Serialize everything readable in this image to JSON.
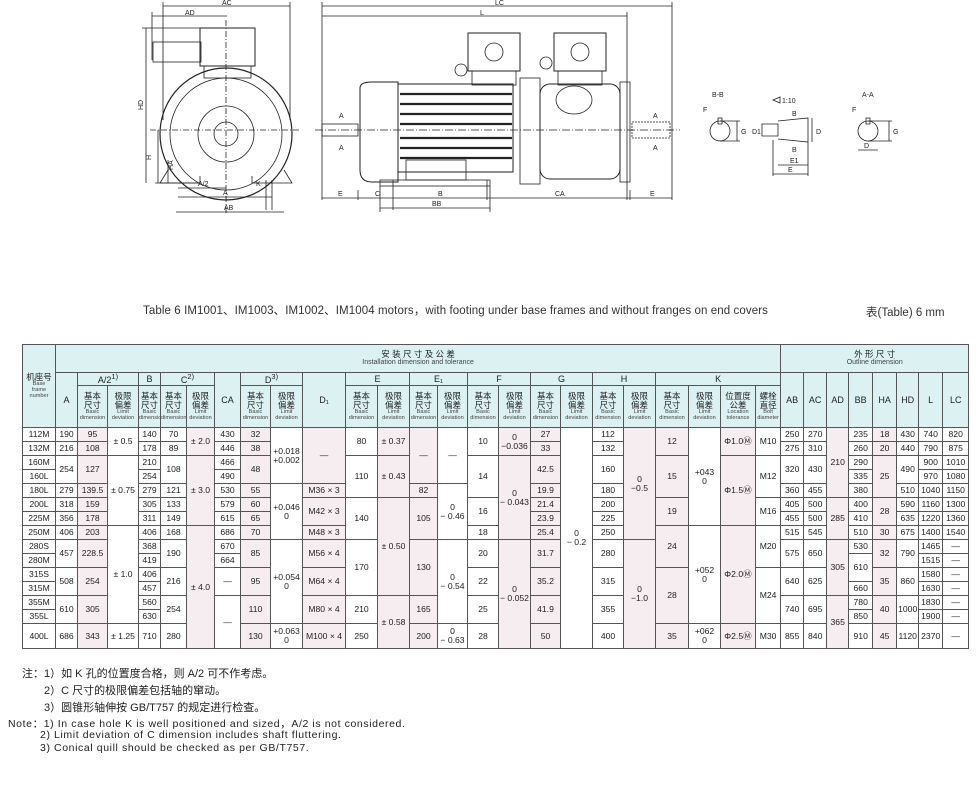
{
  "drawings": {
    "front": {
      "AC": "AC",
      "AD": "AD",
      "HD": "HD",
      "H": "H",
      "HA": "HA",
      "A2": "A/2",
      "A": "A",
      "AB": "AB",
      "K": "K"
    },
    "side": {
      "LC": "LC",
      "L": "L",
      "E": "E",
      "C": "C",
      "B": "B",
      "CA": "CA",
      "BB": "BB",
      "A": "A"
    },
    "details": {
      "BB_section": "B-B",
      "AA_section": "A-A",
      "taper": "1:10",
      "F": "F",
      "G": "G",
      "D1": "D1",
      "D": "D",
      "E1": "E1",
      "E": "E",
      "Bmark": "B"
    }
  },
  "caption": "Table 6 IM1001、IM1003、IM1002、IM1004 motors，with footing under base frames and without franges on end covers",
  "caption_right": "表(Table) 6 mm",
  "header": {
    "frame_zh": "机座号",
    "frame_en": "Base\nframe\nnumber",
    "install_zh": "安 装 尺 寸 及 公 差",
    "install_en": "Installation dimension and tolerance",
    "outline_zh": "外 形 尺 寸",
    "outline_en": "Outline dimension",
    "basic_zh": "基本\n尺寸",
    "basic_en": "Basic\ndimension",
    "limit_zh": "极限\n偏差",
    "limit_en": "Limit\ndeviation",
    "loc_zh": "位置度\n公差",
    "loc_en": "Location\ntolerance",
    "bolt_zh": "螺栓\n直径",
    "bolt_en": "Bolt\ndiameter",
    "A": "A",
    "A2": "A/2",
    "A2_sup": "1)",
    "B": "B",
    "C": "C",
    "C_sup": "2)",
    "CA": "CA",
    "D": "D",
    "D_sup": "3)",
    "D1": "D₁",
    "E": "E",
    "E1": "E₁",
    "F": "F",
    "G": "G",
    "H": "H",
    "K": "K",
    "AB": "AB",
    "AC": "AC",
    "AD": "AD",
    "BB": "BB",
    "HA": "HA",
    "HD": "HD",
    "L": "L",
    "LC": "LC"
  },
  "columns": [
    {
      "key": "frame",
      "cells": [
        [
          "112M",
          1
        ],
        [
          "132M",
          1
        ],
        [
          "160M",
          1
        ],
        [
          "160L",
          1
        ],
        [
          "180L",
          1
        ],
        [
          "200L",
          1
        ],
        [
          "225M",
          1
        ],
        [
          "250M",
          1
        ],
        [
          "280S",
          1
        ],
        [
          "280M",
          1
        ],
        [
          "315S",
          1
        ],
        [
          "315M",
          1
        ],
        [
          "355M",
          1
        ],
        [
          "355L",
          1
        ],
        [
          "400L",
          1
        ]
      ]
    },
    {
      "key": "A",
      "cells": [
        [
          "190",
          1
        ],
        [
          "216",
          1
        ],
        [
          "254",
          2
        ],
        [
          "279",
          1
        ],
        [
          "318",
          1
        ],
        [
          "356",
          1
        ],
        [
          "406",
          1
        ],
        [
          "457",
          2
        ],
        [
          "508",
          2
        ],
        [
          "610",
          2
        ],
        [
          "686",
          1
        ]
      ]
    },
    {
      "key": "A2_basic",
      "cells": [
        [
          "95",
          1
        ],
        [
          "108",
          1
        ],
        [
          "127",
          2
        ],
        [
          "139.5",
          1
        ],
        [
          "159",
          1
        ],
        [
          "178",
          1
        ],
        [
          "203",
          1
        ],
        [
          "228.5",
          2
        ],
        [
          "254",
          2
        ],
        [
          "305",
          2
        ],
        [
          "343",
          1
        ]
      ]
    },
    {
      "key": "A2_dev",
      "cells": [
        [
          "± 0.5",
          2
        ],
        [
          "± 0.75",
          5
        ],
        [
          "± 1.0",
          7
        ],
        [
          "± 1.25",
          1
        ]
      ]
    },
    {
      "key": "B",
      "cells": [
        [
          "140",
          1
        ],
        [
          "178",
          1
        ],
        [
          "210",
          1
        ],
        [
          "254",
          1
        ],
        [
          "279",
          1
        ],
        [
          "305",
          1
        ],
        [
          "311",
          1
        ],
        [
          "406",
          1
        ],
        [
          "368",
          1
        ],
        [
          "419",
          1
        ],
        [
          "406",
          1
        ],
        [
          "457",
          1
        ],
        [
          "560",
          1
        ],
        [
          "630",
          1
        ],
        [
          "710",
          1
        ]
      ]
    },
    {
      "key": "C_basic",
      "cells": [
        [
          "70",
          1
        ],
        [
          "89",
          1
        ],
        [
          "108",
          2
        ],
        [
          "121",
          1
        ],
        [
          "133",
          1
        ],
        [
          "149",
          1
        ],
        [
          "168",
          1
        ],
        [
          "190",
          2
        ],
        [
          "216",
          2
        ],
        [
          "254",
          2
        ],
        [
          "280",
          1
        ]
      ]
    },
    {
      "key": "C_dev",
      "cells": [
        [
          "± 2.0",
          2
        ],
        [
          "± 3.0",
          5
        ],
        [
          "± 4.0",
          8
        ]
      ]
    },
    {
      "key": "CA",
      "cells": [
        [
          "430",
          1
        ],
        [
          "446",
          1
        ],
        [
          "466",
          1
        ],
        [
          "490",
          1
        ],
        [
          "530",
          1
        ],
        [
          "579",
          1
        ],
        [
          "615",
          1
        ],
        [
          "686",
          1
        ],
        [
          "670",
          1
        ],
        [
          "664",
          1
        ],
        [
          "—",
          2
        ],
        [
          "—",
          3
        ]
      ]
    },
    {
      "key": "D_basic",
      "cells": [
        [
          "32",
          1
        ],
        [
          "38",
          1
        ],
        [
          "48",
          2
        ],
        [
          "55",
          1
        ],
        [
          "60",
          1
        ],
        [
          "65",
          1
        ],
        [
          "70",
          1
        ],
        [
          "85",
          2
        ],
        [
          "95",
          2
        ],
        [
          "110",
          2
        ],
        [
          "130",
          1
        ]
      ]
    },
    {
      "key": "D_dev",
      "cells": [
        [
          "+0.018\n+0.002",
          4
        ],
        [
          "+0.046\n0",
          4
        ],
        [
          "+0.054\n0",
          6
        ],
        [
          "+0.063\n0",
          1
        ]
      ]
    },
    {
      "key": "D1",
      "cells": [
        [
          "—",
          4
        ],
        [
          "M36 × 3",
          1
        ],
        [
          "M42 × 3",
          2
        ],
        [
          "M48 × 3",
          1
        ],
        [
          "M56 × 4",
          2
        ],
        [
          "M64 × 4",
          2
        ],
        [
          "M80 × 4",
          2
        ],
        [
          "M100 × 4",
          1
        ]
      ]
    },
    {
      "key": "E_basic",
      "cells": [
        [
          "80",
          2
        ],
        [
          "110",
          3
        ],
        [
          "140",
          3
        ],
        [
          "170",
          4
        ],
        [
          "210",
          2
        ],
        [
          "250",
          1
        ]
      ]
    },
    {
      "key": "E_dev",
      "cells": [
        [
          "± 0.37",
          2
        ],
        [
          "± 0.43",
          3
        ],
        [
          "± 0.50",
          7
        ],
        [
          "± 0.58",
          3
        ]
      ]
    },
    {
      "key": "E1_basic",
      "cells": [
        [
          "—",
          4
        ],
        [
          "82",
          1
        ],
        [
          "105",
          3
        ],
        [
          "130",
          4
        ],
        [
          "165",
          2
        ],
        [
          "200",
          1
        ]
      ]
    },
    {
      "key": "E1_dev",
      "cells": [
        [
          "—",
          4
        ],
        [
          "0\n− 0.46",
          4
        ],
        [
          "0\n− 0.54",
          6
        ],
        [
          "0\n− 0.63",
          1
        ]
      ]
    },
    {
      "key": "F_basic",
      "cells": [
        [
          "10",
          2
        ],
        [
          "14",
          3
        ],
        [
          "16",
          2
        ],
        [
          "18",
          1
        ],
        [
          "20",
          2
        ],
        [
          "22",
          2
        ],
        [
          "25",
          2
        ],
        [
          "28",
          1
        ]
      ]
    },
    {
      "key": "F_dev",
      "cells": [
        [
          "0\n−0.036",
          2
        ],
        [
          "0\n− 0.043",
          6
        ],
        [
          "0\n− 0.052",
          7
        ]
      ]
    },
    {
      "key": "G_basic",
      "cells": [
        [
          "27",
          1
        ],
        [
          "33",
          1
        ],
        [
          "42.5",
          2
        ],
        [
          "19.9",
          1
        ],
        [
          "21.4",
          1
        ],
        [
          "23.9",
          1
        ],
        [
          "25.4",
          1
        ],
        [
          "31.7",
          2
        ],
        [
          "35.2",
          2
        ],
        [
          "41.9",
          2
        ],
        [
          "50",
          1
        ]
      ]
    },
    {
      "key": "G_dev",
      "cells": [
        [
          "0\n− 0.2",
          15
        ]
      ]
    },
    {
      "key": "H_basic",
      "cells": [
        [
          "112",
          1
        ],
        [
          "132",
          1
        ],
        [
          "160",
          2
        ],
        [
          "180",
          1
        ],
        [
          "200",
          1
        ],
        [
          "225",
          1
        ],
        [
          "250",
          1
        ],
        [
          "280",
          2
        ],
        [
          "315",
          2
        ],
        [
          "355",
          2
        ],
        [
          "400",
          1
        ]
      ]
    },
    {
      "key": "H_dev",
      "cells": [
        [
          "0\n−0.5",
          8
        ],
        [
          "0\n−1.0",
          7
        ]
      ]
    },
    {
      "key": "K_basic",
      "cells": [
        [
          "12",
          2
        ],
        [
          "15",
          3
        ],
        [
          "19",
          2
        ],
        [
          "24",
          3
        ],
        [
          "28",
          4
        ],
        [
          "35",
          1
        ]
      ]
    },
    {
      "key": "K_dev",
      "cells": [
        [
          "+043\n0",
          7
        ],
        [
          "+052\n0",
          7
        ],
        [
          "+062\n0",
          1
        ]
      ]
    },
    {
      "key": "K_loc",
      "cells": [
        [
          "Φ1.0Ⓜ",
          2
        ],
        [
          "Φ1.5Ⓜ",
          5
        ],
        [
          "Φ2.0Ⓜ",
          7
        ],
        [
          "Φ2.5Ⓜ",
          1
        ]
      ]
    },
    {
      "key": "K_bolt",
      "cells": [
        [
          "M10",
          2
        ],
        [
          "M12",
          3
        ],
        [
          "M16",
          2
        ],
        [
          "M20",
          3
        ],
        [
          "M24",
          4
        ],
        [
          "M30",
          1
        ]
      ]
    },
    {
      "key": "AB",
      "cells": [
        [
          "250",
          1
        ],
        [
          "275",
          1
        ],
        [
          "320",
          2
        ],
        [
          "360",
          1
        ],
        [
          "405",
          1
        ],
        [
          "455",
          1
        ],
        [
          "515",
          1
        ],
        [
          "575",
          2
        ],
        [
          "640",
          2
        ],
        [
          "740",
          2
        ],
        [
          "855",
          1
        ]
      ]
    },
    {
      "key": "AC",
      "cells": [
        [
          "270",
          1
        ],
        [
          "310",
          1
        ],
        [
          "430",
          2
        ],
        [
          "455",
          1
        ],
        [
          "500",
          1
        ],
        [
          "500",
          1
        ],
        [
          "545",
          1
        ],
        [
          "650",
          2
        ],
        [
          "625",
          2
        ],
        [
          "695",
          2
        ],
        [
          "840",
          1
        ]
      ]
    },
    {
      "key": "AD",
      "cells": [
        [
          "210",
          5
        ],
        [
          "285",
          3
        ],
        [
          "305",
          4
        ],
        [
          "365",
          3
        ]
      ]
    },
    {
      "key": "BB",
      "cells": [
        [
          "235",
          1
        ],
        [
          "260",
          1
        ],
        [
          "290",
          1
        ],
        [
          "335",
          1
        ],
        [
          "380",
          1
        ],
        [
          "400",
          1
        ],
        [
          "410",
          1
        ],
        [
          "510",
          1
        ],
        [
          "530",
          1
        ],
        [
          "610",
          2
        ],
        [
          "660",
          1
        ],
        [
          "780",
          1
        ],
        [
          "850",
          1
        ],
        [
          "910",
          1
        ]
      ]
    },
    {
      "key": "HA",
      "cells": [
        [
          "18",
          1
        ],
        [
          "20",
          1
        ],
        [
          "25",
          3
        ],
        [
          "28",
          2
        ],
        [
          "30",
          1
        ],
        [
          "32",
          2
        ],
        [
          "35",
          2
        ],
        [
          "40",
          2
        ],
        [
          "45",
          1
        ]
      ]
    },
    {
      "key": "HD",
      "cells": [
        [
          "430",
          1
        ],
        [
          "440",
          1
        ],
        [
          "490",
          2
        ],
        [
          "510",
          1
        ],
        [
          "590",
          1
        ],
        [
          "635",
          1
        ],
        [
          "675",
          1
        ],
        [
          "790",
          2
        ],
        [
          "860",
          2
        ],
        [
          "1000",
          2
        ],
        [
          "1120",
          1
        ]
      ]
    },
    {
      "key": "L",
      "cells": [
        [
          "740",
          1
        ],
        [
          "790",
          1
        ],
        [
          "900",
          1
        ],
        [
          "970",
          1
        ],
        [
          "1040",
          1
        ],
        [
          "1160",
          1
        ],
        [
          "1220",
          1
        ],
        [
          "1400",
          1
        ],
        [
          "1465",
          1
        ],
        [
          "1515",
          1
        ],
        [
          "1580",
          1
        ],
        [
          "1630",
          1
        ],
        [
          "1830",
          1
        ],
        [
          "1900",
          1
        ],
        [
          "2370",
          1
        ]
      ]
    },
    {
      "key": "LC",
      "cells": [
        [
          "820",
          1
        ],
        [
          "875",
          1
        ],
        [
          "1010",
          1
        ],
        [
          "1080",
          1
        ],
        [
          "1150",
          1
        ],
        [
          "1300",
          1
        ],
        [
          "1360",
          1
        ],
        [
          "1540",
          1
        ],
        [
          "—",
          1
        ],
        [
          "—",
          1
        ],
        [
          "—",
          1
        ],
        [
          "—",
          1
        ],
        [
          "—",
          1
        ],
        [
          "—",
          1
        ],
        [
          "—",
          1
        ]
      ]
    }
  ],
  "notes_zh": {
    "label": "注：",
    "items": [
      "1）如 K 孔的位置度合格，则 A/2 可不作考虑。",
      "2）C 尺寸的极限偏差包括轴的窜动。",
      "3）圆锥形轴伸按 GB/T757 的规定进行检查。"
    ]
  },
  "notes_en": {
    "label": "Note：",
    "items": [
      "1) In case hole K is well positioned and sized，A/2 is not considered.",
      "2) Limit deviation of C dimension includes shaft fluttering.",
      "3) Conical quill should be checked as per GB/T757."
    ]
  }
}
